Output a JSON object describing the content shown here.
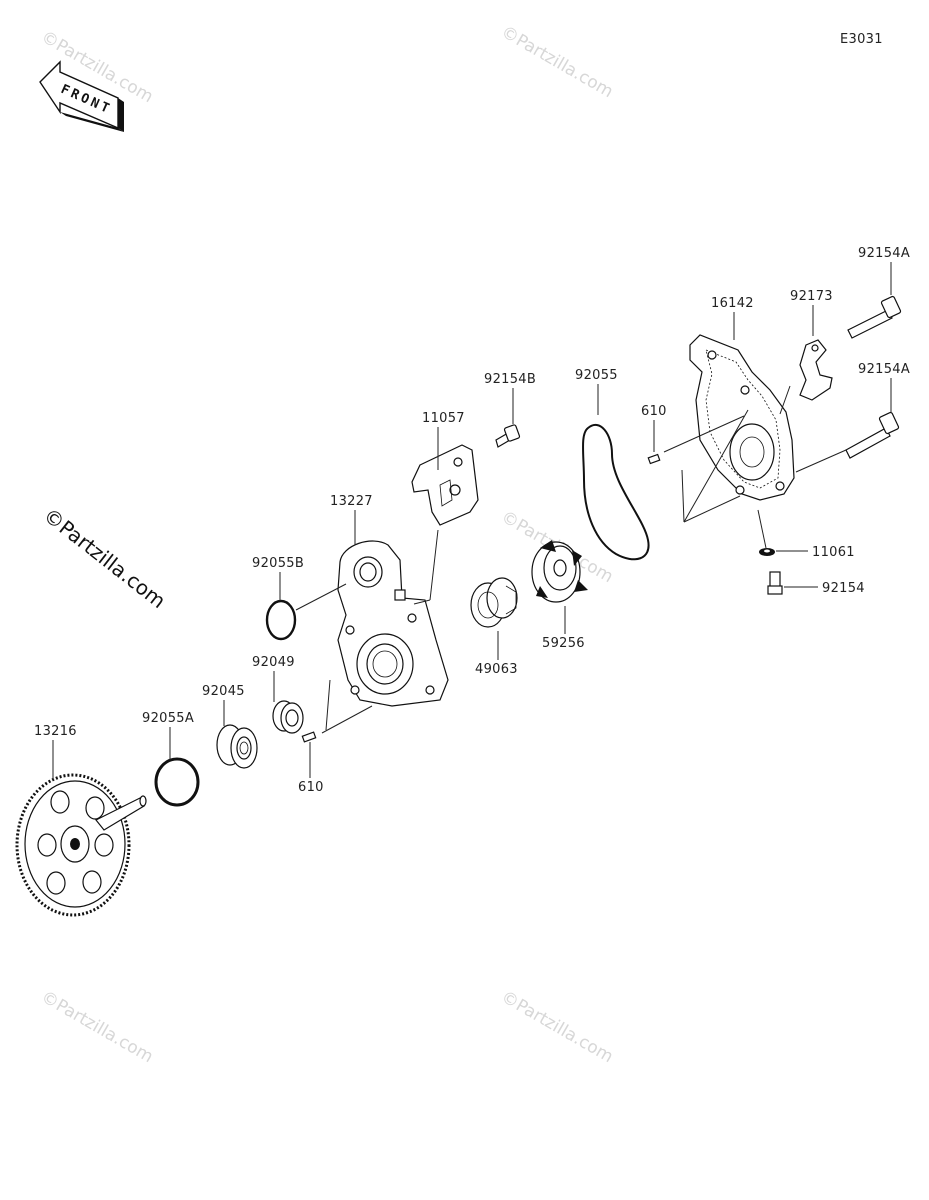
{
  "diagram_code": "E3031",
  "front_label": "FRONT",
  "watermark": "©Partzilla.com",
  "watermark_bold": "©Partzilla.com",
  "labels": {
    "p13216": "13216",
    "p92055A": "92055A",
    "p92045": "92045",
    "p92049": "92049",
    "p610_lower": "610",
    "p92055B": "92055B",
    "p13227": "13227",
    "p11057": "11057",
    "p92154B": "92154B",
    "p49063": "49063",
    "p59256": "59256",
    "p92055": "92055",
    "p610_upper": "610",
    "p16142": "16142",
    "p92173": "92173",
    "p92154A_top": "92154A",
    "p92154A_mid": "92154A",
    "p11061": "11061",
    "p92154": "92154"
  }
}
